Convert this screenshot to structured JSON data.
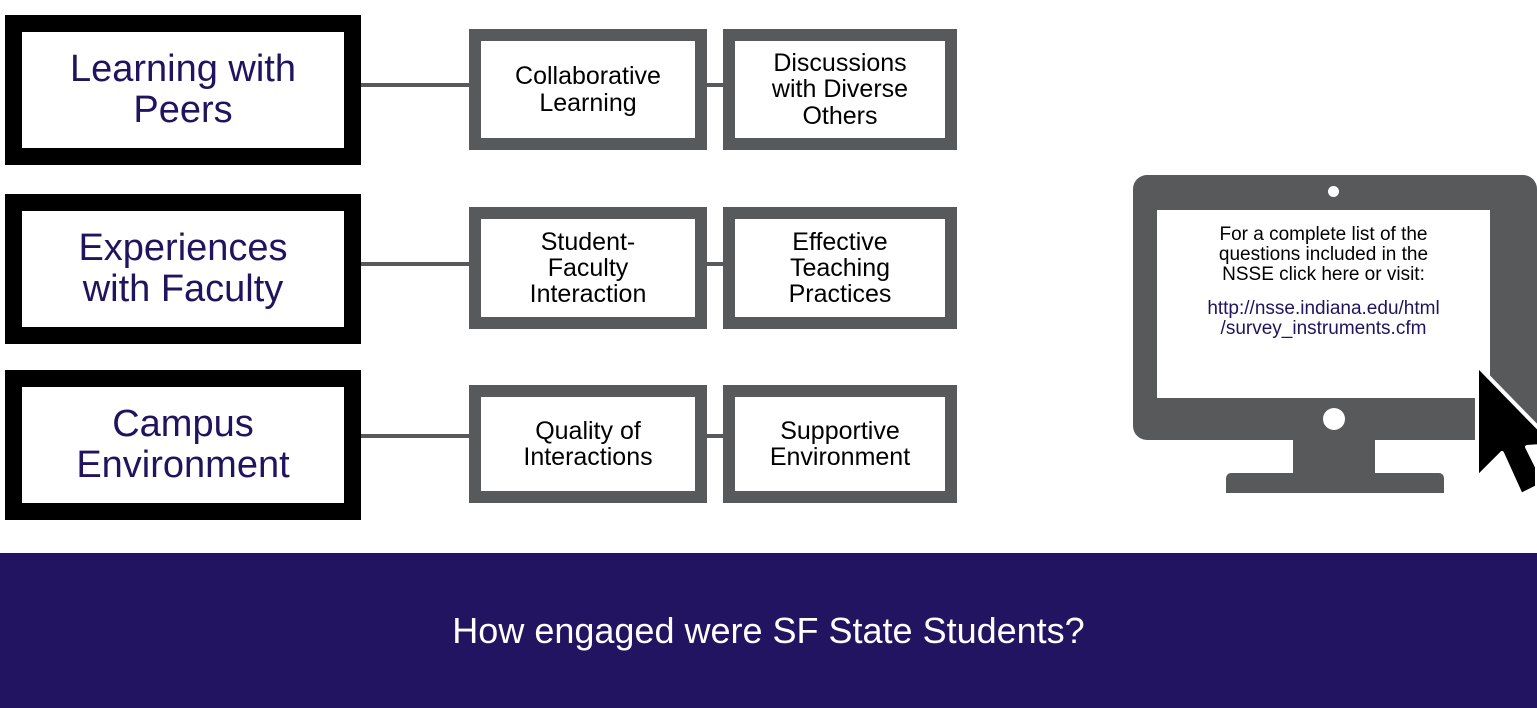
{
  "themes": [
    {
      "title_lines": [
        "Learning with",
        "Peers"
      ],
      "indicators": [
        {
          "lines": [
            "Collaborative",
            "Learning"
          ]
        },
        {
          "lines": [
            "Discussions",
            "with Diverse",
            "Others"
          ]
        }
      ]
    },
    {
      "title_lines": [
        "Experiences",
        "with Faculty"
      ],
      "indicators": [
        {
          "lines": [
            "Student-",
            "Faculty",
            "Interaction"
          ]
        },
        {
          "lines": [
            "Effective",
            "Teaching",
            "Practices"
          ]
        }
      ]
    },
    {
      "title_lines": [
        "Campus",
        "Environment"
      ],
      "indicators": [
        {
          "lines": [
            "Quality of",
            "Interactions"
          ]
        },
        {
          "lines": [
            "Supportive",
            "Environment"
          ]
        }
      ]
    }
  ],
  "monitor": {
    "text_lines": [
      "For a complete list of the",
      "questions included in the",
      "NSSE click here or visit:"
    ],
    "link_lines": [
      "http://nsse.indiana.edu/html",
      "/survey_instruments.cfm"
    ],
    "icons": [
      "monitor-icon",
      "cursor-icon"
    ],
    "link_color": "#22135f"
  },
  "banner": {
    "text": "How engaged were SF State Students?"
  },
  "colors": {
    "theme_border": "#000000",
    "theme_text": "#22135f",
    "indicator_border": "#58595b",
    "banner_bg": "#221460",
    "banner_text": "#ffffff"
  }
}
